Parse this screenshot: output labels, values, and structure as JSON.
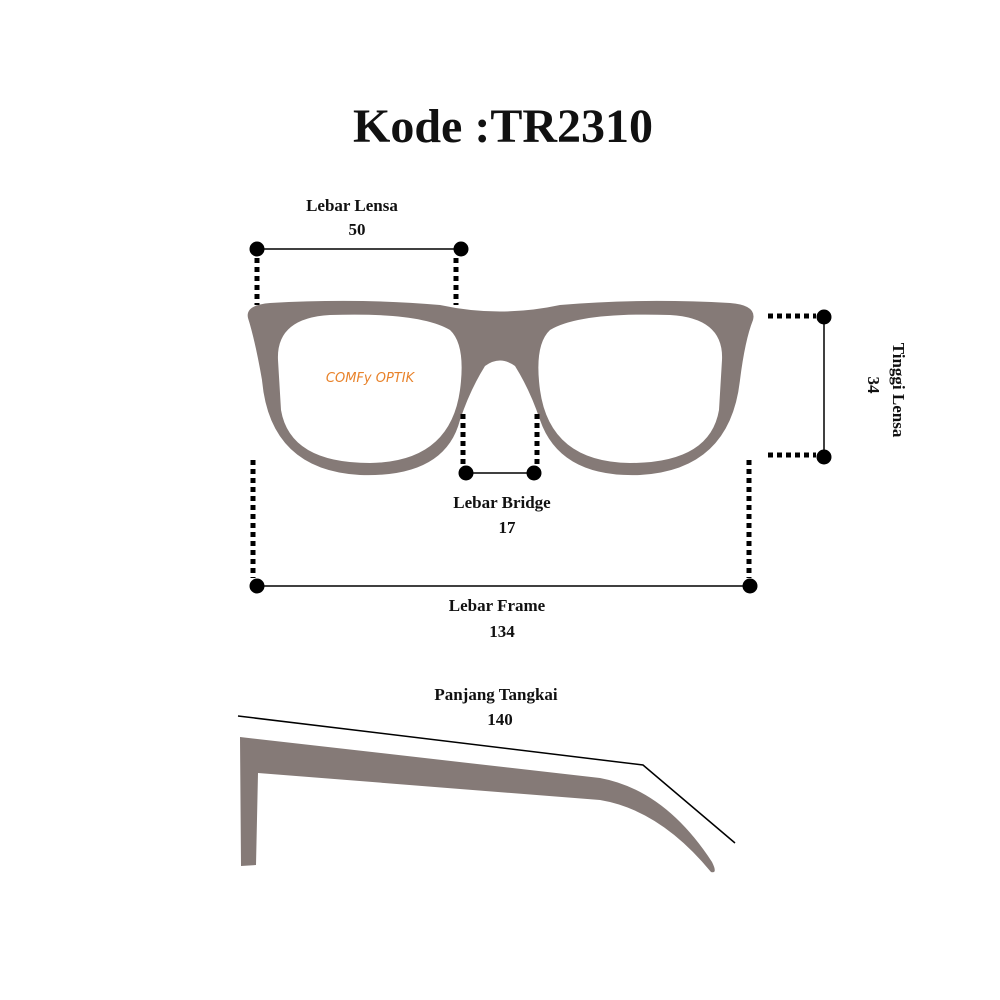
{
  "title": "Kode :TR2310",
  "frame_color": "#857a77",
  "brand_color": "#e8822a",
  "logo_text": "COMFy OPTIK",
  "measurements": {
    "lens_width": {
      "label": "Lebar Lensa",
      "value": "50"
    },
    "bridge_width": {
      "label": "Lebar Bridge",
      "value": "17"
    },
    "frame_width": {
      "label": "Lebar Frame",
      "value": "134"
    },
    "lens_height": {
      "label": "Tinggi Lensa",
      "value": "34"
    },
    "temple_length": {
      "label": "Panjang Tangkai",
      "value": "140"
    }
  }
}
